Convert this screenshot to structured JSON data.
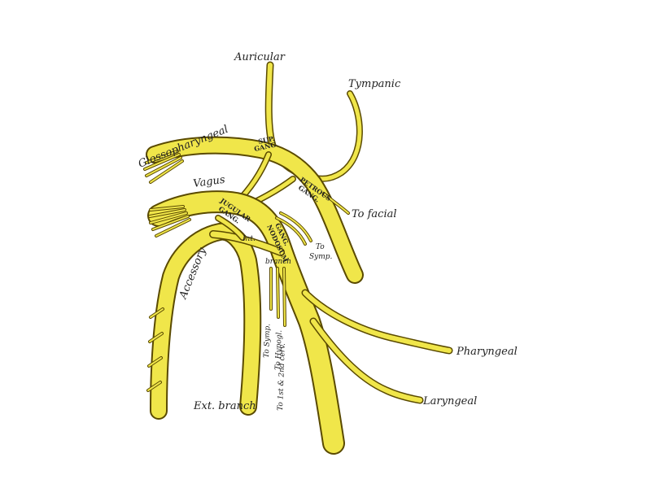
{
  "colors": {
    "nerve": "#f0e64a",
    "outline": "#5a4a00",
    "background": "#ffffff"
  },
  "labels": {
    "auricular": "Auricular",
    "tympanic": "Tympanic",
    "glossopharyngeal": "Glossopharyngeal",
    "vagus": "Vagus",
    "to_facial": "To facial",
    "accessory": "Accessory",
    "int": "Int.",
    "branch": "branch",
    "to_symp_right": "To",
    "to_symp_right2": "Symp.",
    "pharyngeal": "Pharyngeal",
    "laryngeal": "Laryngeal",
    "ext_branch": "Ext. branch",
    "to_symp": "To Symp.",
    "to_hypogl": "To Hypogl.",
    "to_cerv": "To 1st & 2nd cerv."
  },
  "ganglia": {
    "sup_1": "SUP.",
    "sup_2": "GANG.",
    "petrous_1": "PETROUS",
    "petrous_2": "GANG.",
    "jugular_1": "JUGULAR",
    "jugular_2": "GANG.",
    "nodosum_1": "GANG.",
    "nodosum_2": "NODOSUM"
  }
}
